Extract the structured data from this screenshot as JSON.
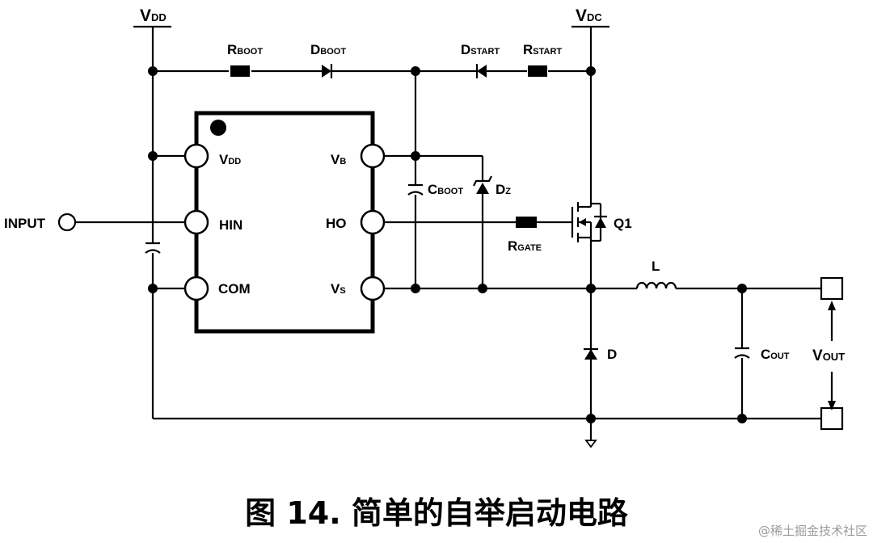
{
  "diagram": {
    "caption": "图 14. 简单的自举启动电路",
    "watermark": "@稀土掘金技术社区",
    "supplies": {
      "vdd": {
        "main": "V",
        "sub": "DD"
      },
      "vdc": {
        "main": "V",
        "sub": "DC"
      }
    },
    "components": {
      "rboot": {
        "main": "R",
        "sub": "BOOT"
      },
      "dboot": {
        "main": "D",
        "sub": "BOOT"
      },
      "dstart": {
        "main": "D",
        "sub": "START"
      },
      "rstart": {
        "main": "R",
        "sub": "START"
      },
      "cboot": {
        "main": "C",
        "sub": "BOOT"
      },
      "dz": {
        "main": "D",
        "sub": "Z"
      },
      "rgate": {
        "main": "R",
        "sub": "GATE"
      },
      "q1": "Q1",
      "l": "L",
      "d": "D",
      "cout": {
        "main": "C",
        "sub": "OUT"
      },
      "vout": {
        "main": "V",
        "sub": "OUT"
      }
    },
    "chip_pins": {
      "vdd": {
        "main": "V",
        "sub": "DD"
      },
      "hin": "HIN",
      "com": "COM",
      "vb": {
        "main": "V",
        "sub": "B"
      },
      "ho": "HO",
      "vs": {
        "main": "V",
        "sub": "S"
      }
    },
    "input_label": "INPUT"
  }
}
